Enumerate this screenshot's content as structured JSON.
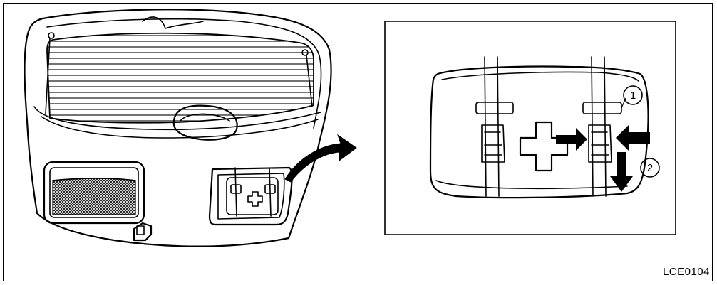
{
  "figure": {
    "code": "LCE0104",
    "callouts": [
      "1",
      "2"
    ]
  }
}
